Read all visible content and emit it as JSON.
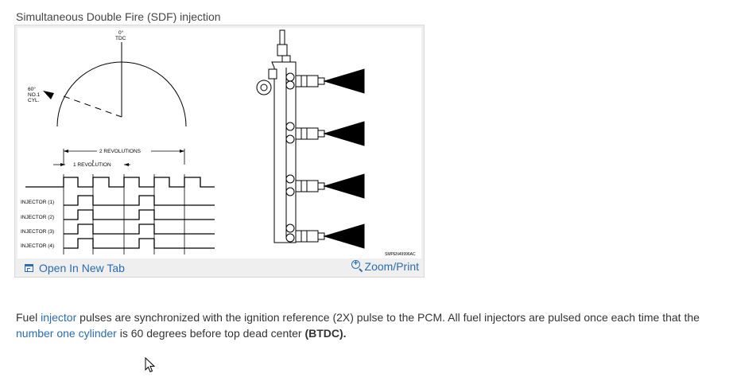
{
  "figure": {
    "caption": "Simultaneous Double Fire (SDF) injection",
    "diagram_labels": {
      "tdc_deg": "0°",
      "tdc": "TDC",
      "no1_deg": "60°",
      "no1_line1": "NO.1",
      "no1_line2": "CYL.",
      "two_rev": "2 REVOLUTIONS",
      "one_rev": "1 REVOLUTION",
      "injectors": [
        "INJECTOR (1)",
        "INJECTOR (2)",
        "INJECTOR (3)",
        "INJECTOR (4)"
      ],
      "part_number": "SMPEN49996AC"
    },
    "open_tab_label": "Open In New Tab",
    "zoom_label": "Zoom/Print"
  },
  "paragraph": {
    "t1": " Fuel ",
    "link1": "injector",
    "t2": " pulses are synchronized with the ignition reference (2X) pulse to the PCM. All fuel injectors are pulsed once each time that the ",
    "link2": "number one cylinder",
    "t3": " is 60 degrees before top dead center ",
    "bold": "(BTDC)."
  },
  "colors": {
    "link": "#2b6cb0"
  }
}
